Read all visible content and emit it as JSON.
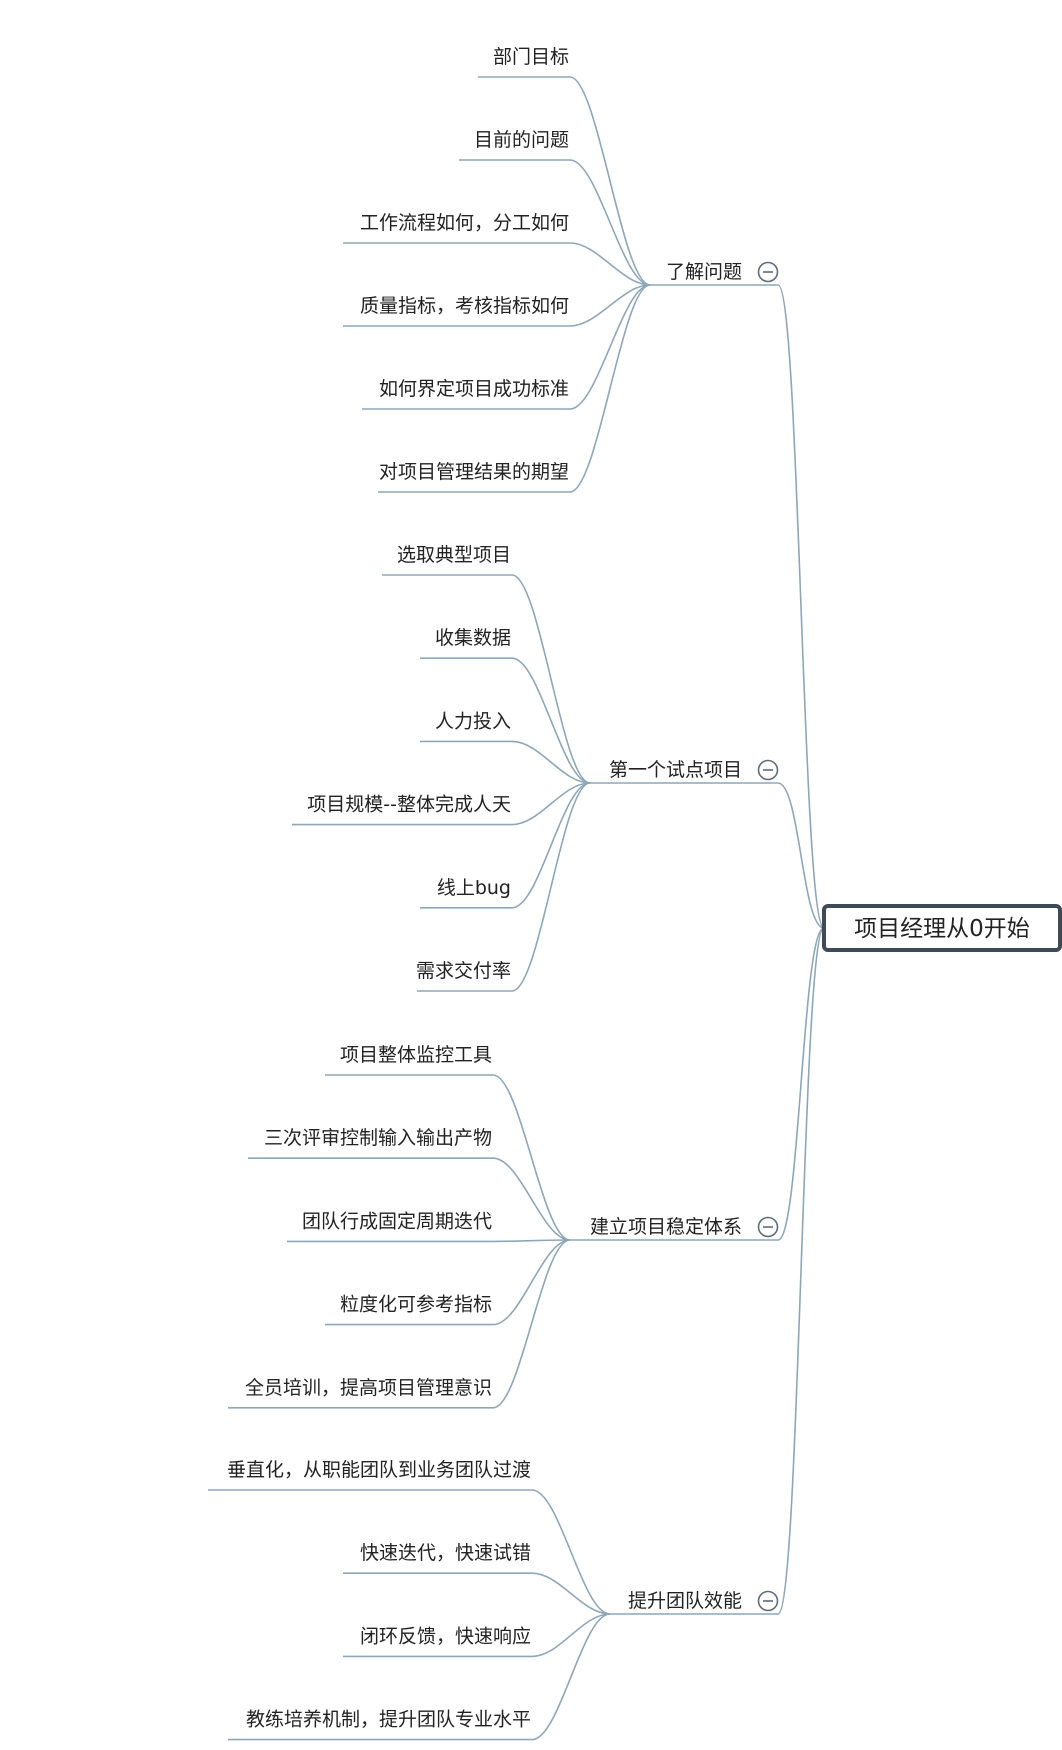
{
  "root": {
    "label": "项目经理从0开始"
  },
  "branches": [
    {
      "id": "understand-problem",
      "label": "了解问题",
      "children": [
        "部门目标",
        "目前的问题",
        "工作流程如何，分工如何",
        "质量指标，考核指标如何",
        "如何界定项目成功标准",
        "对项目管理结果的期望"
      ]
    },
    {
      "id": "first-pilot",
      "label": "第一个试点项目",
      "children": [
        "选取典型项目",
        "收集数据",
        "人力投入",
        "项目规模--整体完成人天",
        "线上bug",
        "需求交付率"
      ]
    },
    {
      "id": "stable-system",
      "label": "建立项目稳定体系",
      "children": [
        "项目整体监控工具",
        "三次评审控制输入输出产物",
        "团队行成固定周期迭代",
        "粒度化可参考指标",
        "全员培训，提高项目管理意识"
      ]
    },
    {
      "id": "team-efficiency",
      "label": "提升团队效能",
      "children": [
        "垂直化，从职能团队到业务团队过渡",
        "快速迭代，快速试错",
        "闭环反馈，快速响应",
        "教练培养机制，提升团队专业水平"
      ]
    }
  ]
}
